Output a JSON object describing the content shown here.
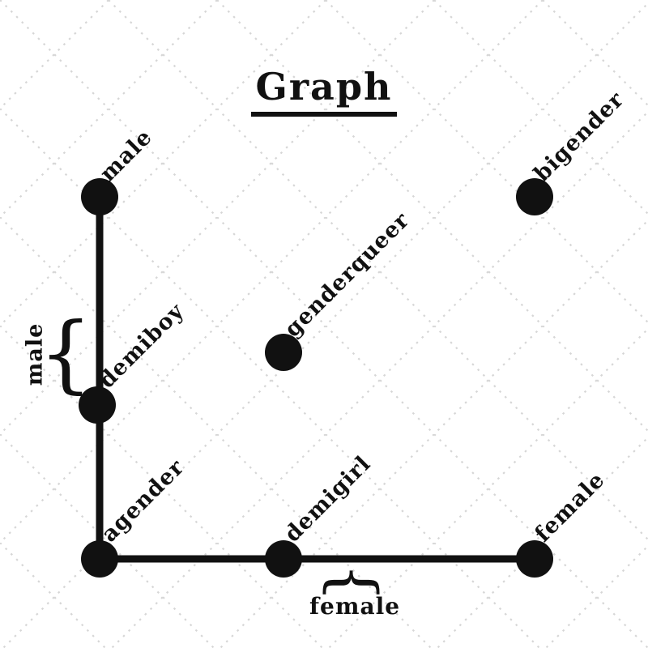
{
  "title": "Graph",
  "colors": {
    "ink": "#111111",
    "grid": "#d6d6d6",
    "background": "#ffffff"
  },
  "graph": {
    "nodes": [
      {
        "id": "male",
        "label": "male"
      },
      {
        "id": "bigender",
        "label": "bigender"
      },
      {
        "id": "genderqueer",
        "label": "genderqueer"
      },
      {
        "id": "demiboy",
        "label": "demiboy"
      },
      {
        "id": "agender",
        "label": "agender"
      },
      {
        "id": "demigirl",
        "label": "demigirl"
      },
      {
        "id": "female",
        "label": "female"
      }
    ],
    "edges": [
      {
        "from": "male",
        "to": "demiboy"
      },
      {
        "from": "demiboy",
        "to": "agender"
      },
      {
        "from": "agender",
        "to": "demigirl"
      },
      {
        "from": "demigirl",
        "to": "female"
      }
    ]
  },
  "annotations": {
    "left_group": {
      "brace": "{",
      "label": "male"
    },
    "bottom_group": {
      "brace": "{",
      "label": "female"
    }
  }
}
